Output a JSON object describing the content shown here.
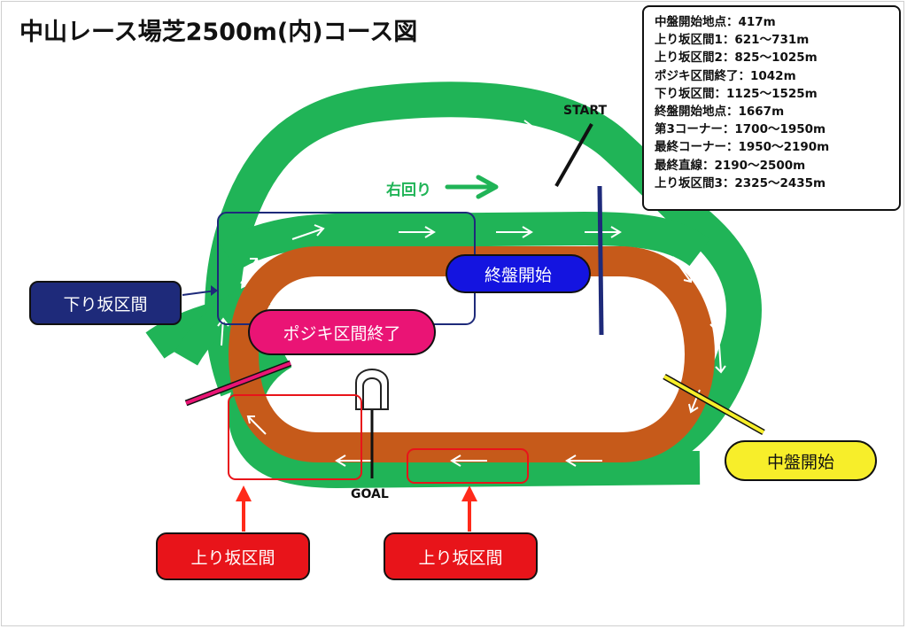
{
  "title": "中山レース場芝2500m(内)コース図",
  "info_lines": [
    "中盤開始地点：417m",
    "上り坂区間1：621〜731m",
    "上り坂区間2：825〜1025m",
    "ポジキ区間終了：1042m",
    "下り坂区間：1125〜1525m",
    "終盤開始地点：1667m",
    "第3コーナー：1700〜1950m",
    "最終コーナー：1950〜2190m",
    "最終直線：2190〜2500m",
    "上り坂区間3：2325〜2435m"
  ],
  "labels": {
    "start": "START",
    "goal": "GOAL",
    "direction": "右回り",
    "downhill": "下り坂区間",
    "position_key_end": "ポジキ区間終了",
    "late_start": "終盤開始",
    "mid_start": "中盤開始",
    "uphill_left": "上り坂区間",
    "uphill_right": "上り坂区間"
  },
  "colors": {
    "turf": "#20b457",
    "dirt": "#c65a1a",
    "downhill_bg": "#1e2a7a",
    "pink": "#ea1475",
    "late_bg": "#1414e0",
    "mid_bg": "#f7ee2a",
    "uphill_bg": "#e8141a",
    "direction_text": "#20b457"
  },
  "icons": [
    "direction-arrow-icon",
    "pointer-arrow-icon",
    "gate-icon"
  ]
}
